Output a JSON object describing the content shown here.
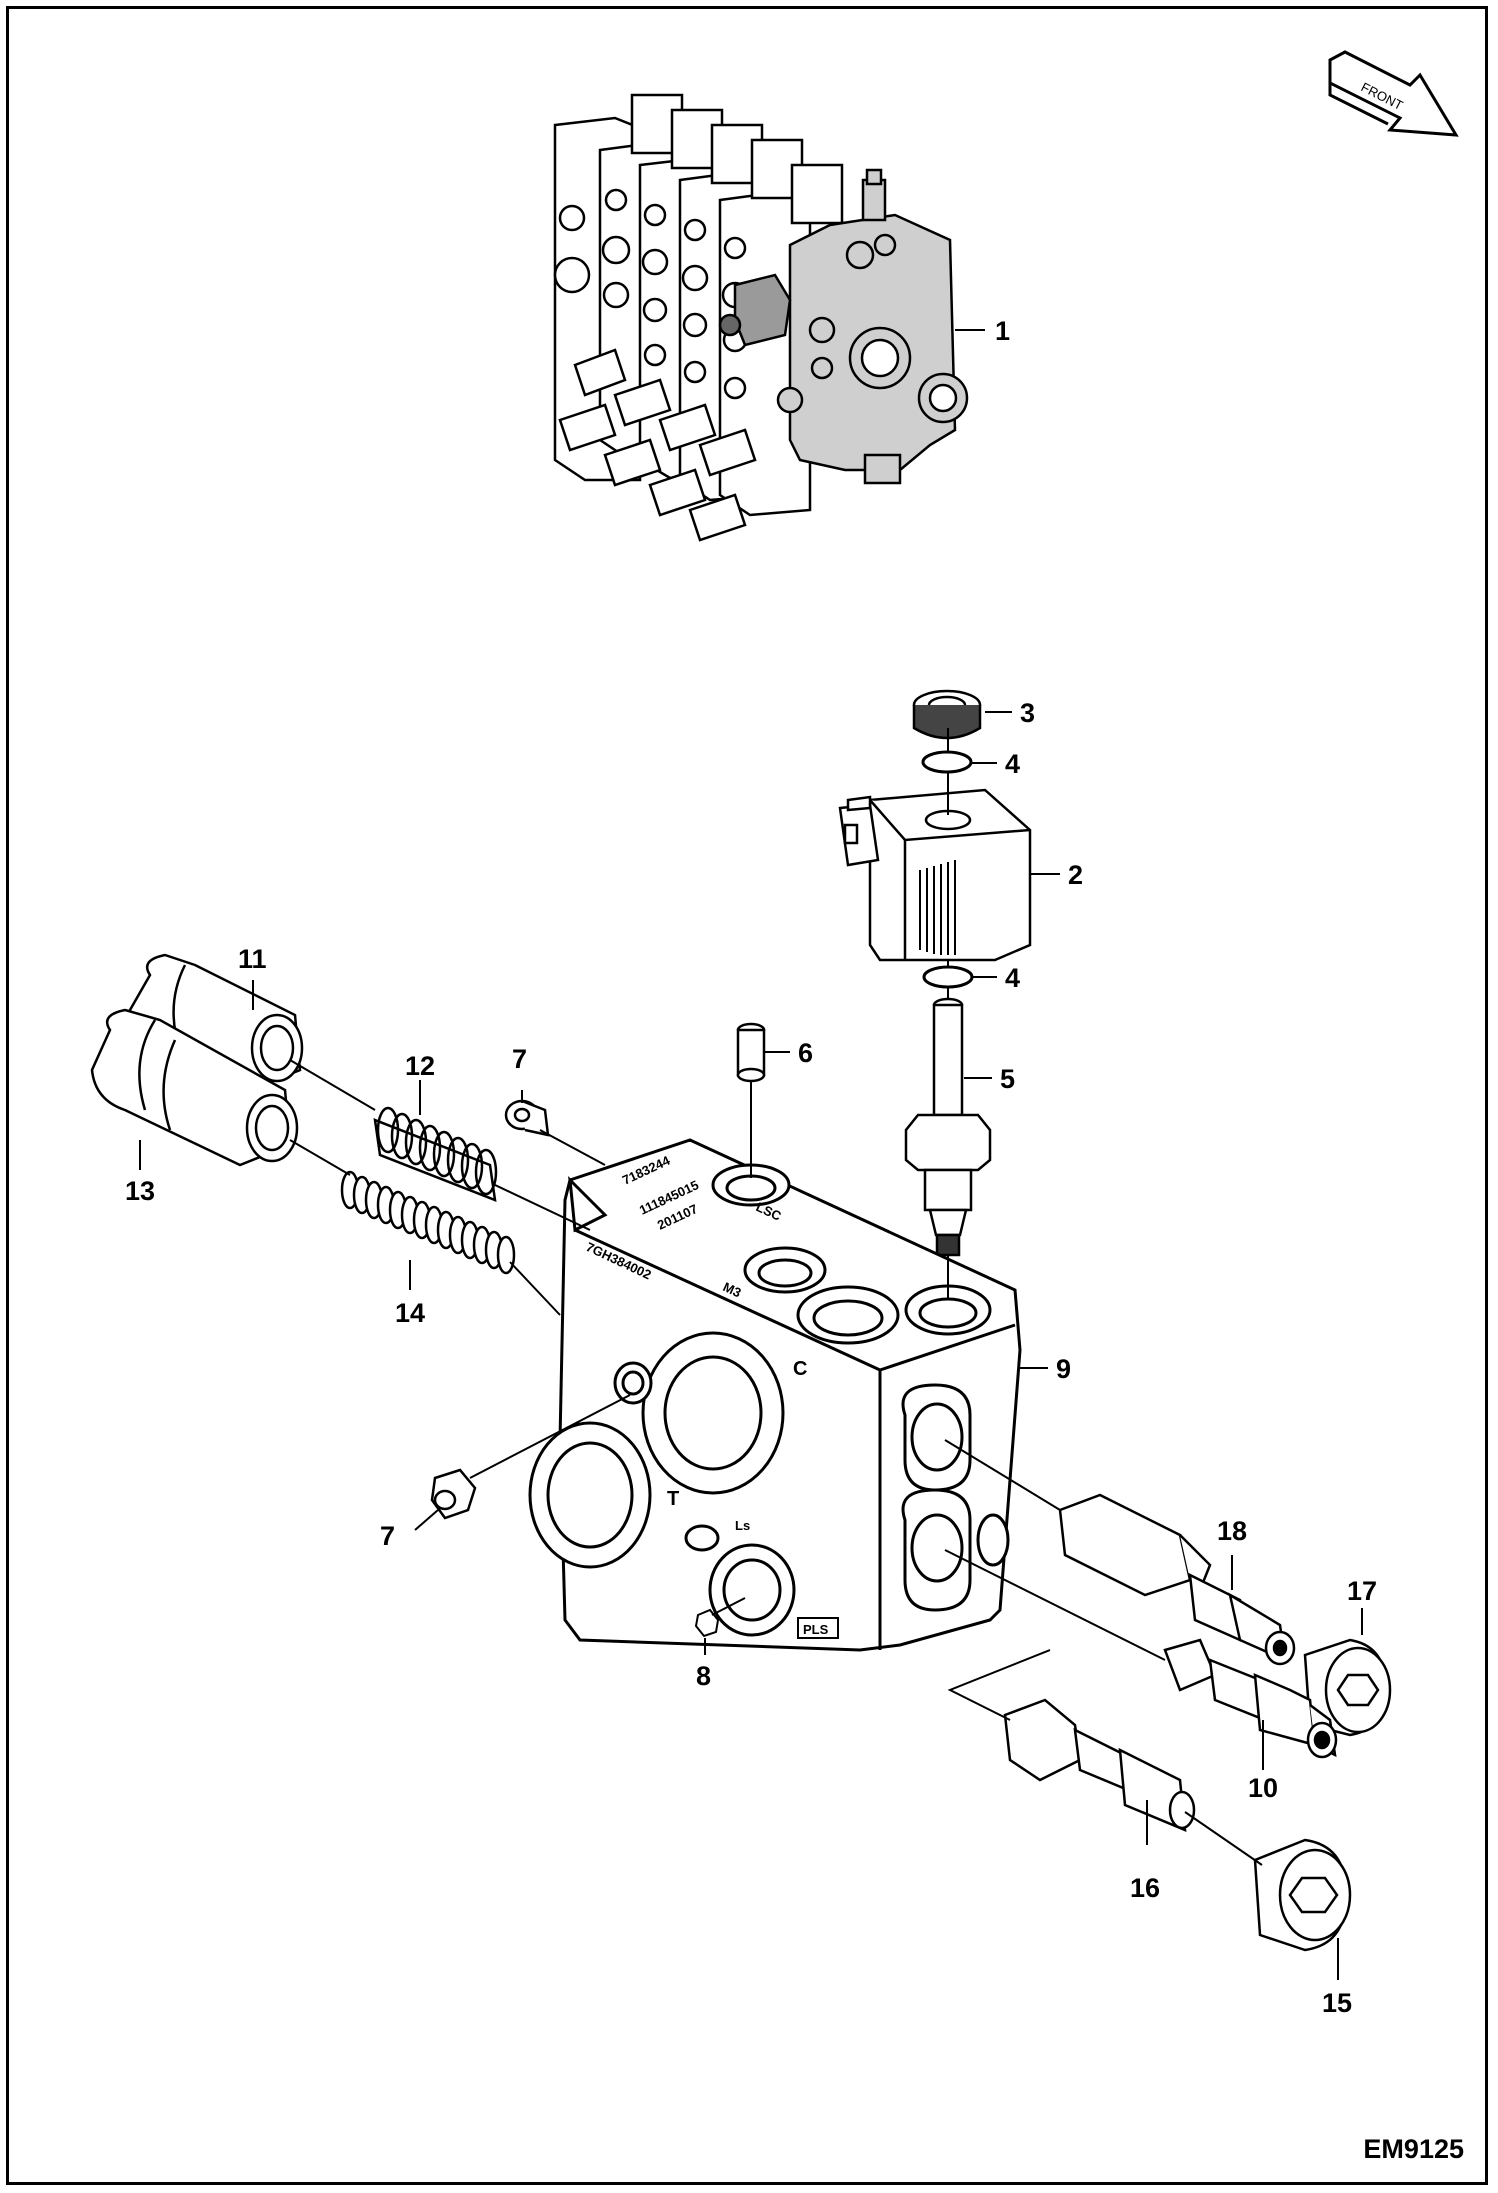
{
  "drawing_id": "EM9125",
  "orientation": {
    "label": "FRONT"
  },
  "callouts": [
    "1",
    "2",
    "3",
    "4",
    "4",
    "5",
    "6",
    "7",
    "7",
    "8",
    "9",
    "10",
    "11",
    "12",
    "13",
    "14",
    "15",
    "16",
    "17",
    "18"
  ],
  "body_markings": {
    "part_no": "7GH384002",
    "lot_line_1": "7183244",
    "lot_line_2": "111845015",
    "lot_line_3": "201107",
    "port_lsc": "LSC",
    "port_m3": "M3",
    "port_c": "C",
    "port_t": "T",
    "port_ls": "Ls",
    "port_pls": "PLS"
  }
}
